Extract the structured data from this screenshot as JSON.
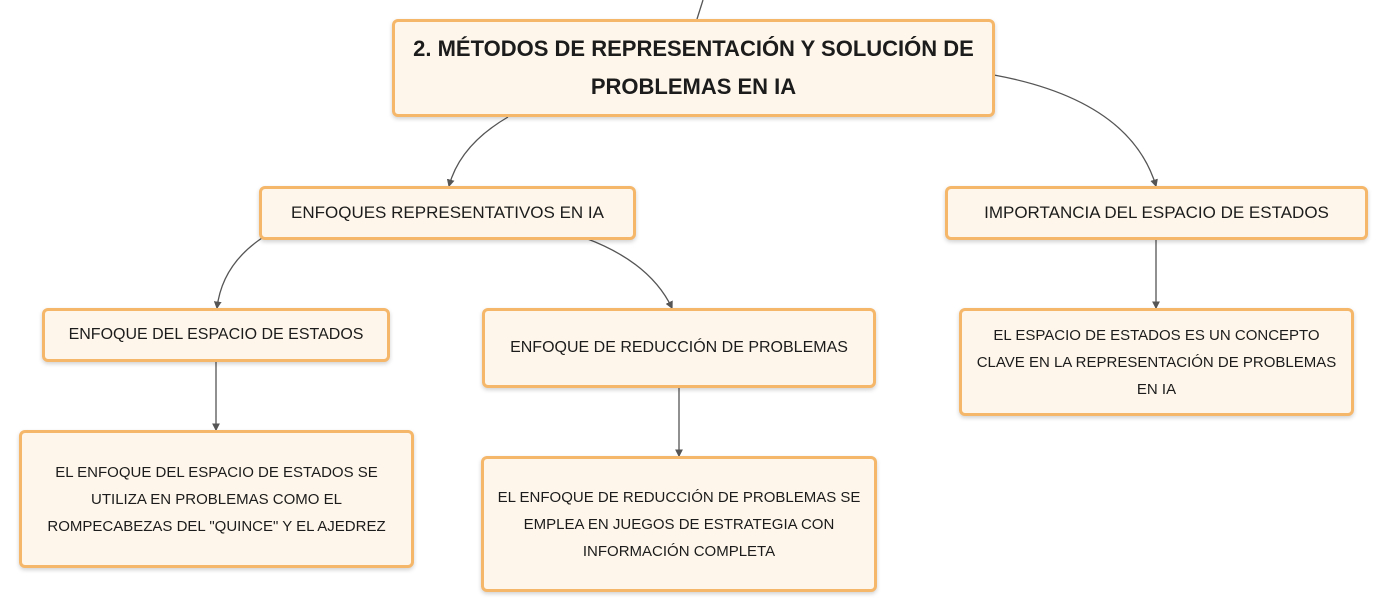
{
  "root": {
    "title": "2. MÉTODOS DE REPRESENTACIÓN Y SOLUCIÓN DE PROBLEMAS EN IA"
  },
  "branches": {
    "enfoques": {
      "label": "ENFOQUES REPRESENTATIVOS EN IA",
      "children": {
        "espacio": {
          "label": "ENFOQUE DEL ESPACIO DE ESTADOS",
          "description": "EL ENFOQUE DEL ESPACIO DE ESTADOS SE UTILIZA EN PROBLEMAS COMO EL ROMPECABEZAS DEL \"QUINCE\" Y EL AJEDREZ"
        },
        "reduccion": {
          "label": "ENFOQUE DE REDUCCIÓN DE PROBLEMAS",
          "description": "EL ENFOQUE DE REDUCCIÓN DE PROBLEMAS SE EMPLEA EN JUEGOS DE ESTRATEGIA CON INFORMACIÓN COMPLETA"
        }
      }
    },
    "importancia": {
      "label": "IMPORTANCIA DEL ESPACIO DE ESTADOS",
      "description": "EL ESPACIO DE ESTADOS ES UN CONCEPTO CLAVE EN LA REPRESENTACIÓN DE PROBLEMAS EN IA"
    }
  },
  "colors": {
    "node_fill": "#fef6ea",
    "node_border": "#f5b76a",
    "connector": "#555555",
    "text": "#1c1c1c"
  }
}
